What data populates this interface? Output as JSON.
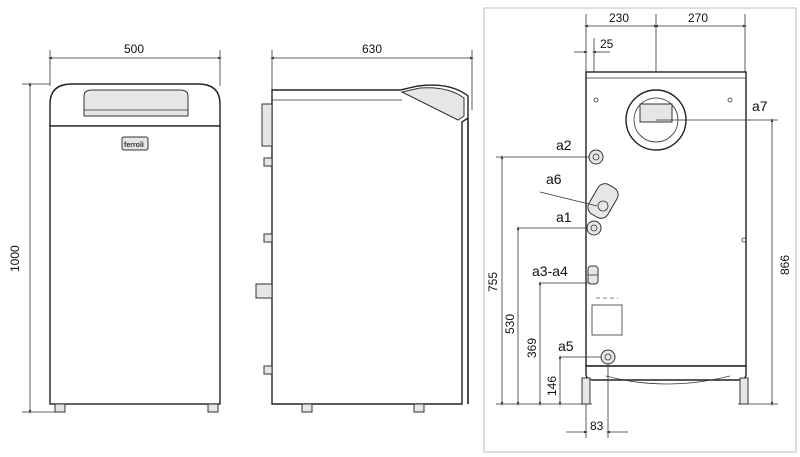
{
  "front_view": {
    "width_label": "500",
    "height_label": "1000",
    "logo_text": "ferroli"
  },
  "side_view": {
    "depth_label": "630"
  },
  "rear_view": {
    "top_dim_1": "230",
    "top_dim_2": "270",
    "top_dim_3": "25",
    "height_866": "866",
    "height_755": "755",
    "height_530": "530",
    "height_369": "369",
    "height_146": "146",
    "bottom_dim": "83",
    "connections": {
      "a1": "a1",
      "a2": "a2",
      "a3_a4": "a3-a4",
      "a5": "a5",
      "a6": "a6",
      "a7": "a7"
    }
  }
}
